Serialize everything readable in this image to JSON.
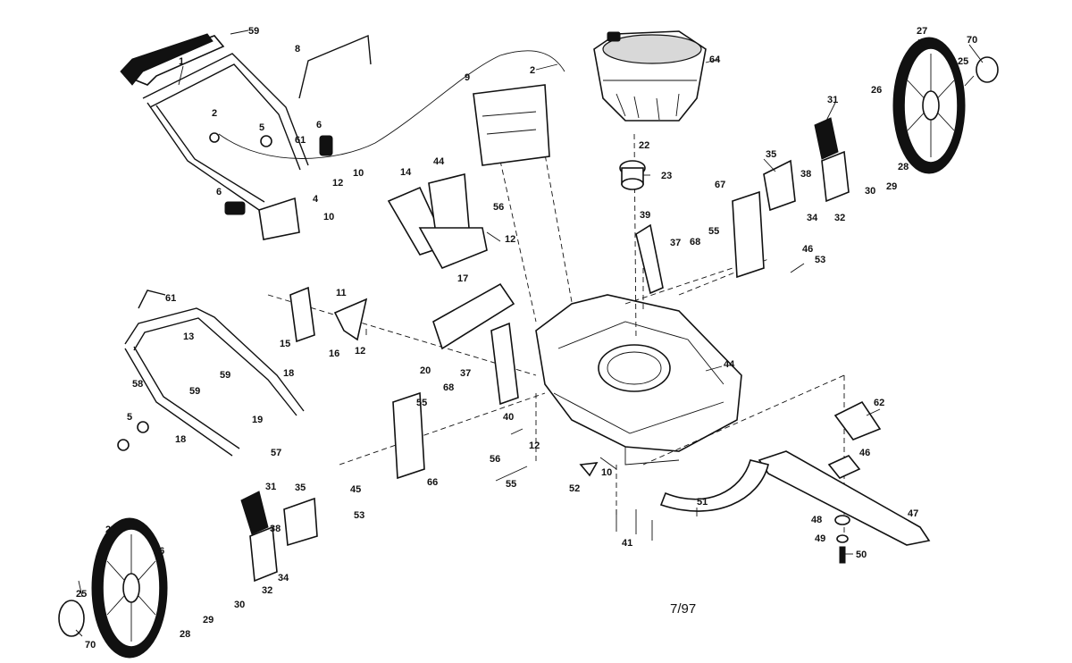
{
  "diagram": {
    "date_code": "7/97",
    "callouts": {
      "c1": "1",
      "c2a": "2",
      "c2b": "2",
      "c4": "4",
      "c5a": "5",
      "c5b": "5",
      "c6a": "6",
      "c6b": "6",
      "c8": "8",
      "c9": "9",
      "c10a": "10",
      "c10b": "10",
      "c10c": "10",
      "c11": "11",
      "c12a": "12",
      "c12b": "12",
      "c12c": "12",
      "c12d": "12",
      "c13": "13",
      "c14": "14",
      "c15": "15",
      "c16": "16",
      "c17": "17",
      "c18a": "18",
      "c18b": "18",
      "c19": "19",
      "c20": "20",
      "c22": "22",
      "c23": "23",
      "c25a": "25",
      "c25b": "25",
      "c26a": "26",
      "c26b": "26",
      "c27a": "27",
      "c27b": "27",
      "c28a": "28",
      "c28b": "28",
      "c29a": "29",
      "c29b": "29",
      "c30a": "30",
      "c30b": "30",
      "c31a": "31",
      "c31b": "31",
      "c32a": "32",
      "c32b": "32",
      "c34a": "34",
      "c34b": "34",
      "c35a": "35",
      "c35b": "35",
      "c37a": "37",
      "c37b": "37",
      "c38a": "38",
      "c38b": "38",
      "c39": "39",
      "c40": "40",
      "c41": "41",
      "c44a": "44",
      "c44b": "44",
      "c45": "45",
      "c46a": "46",
      "c46b": "46",
      "c47": "47",
      "c48": "48",
      "c49": "49",
      "c50": "50",
      "c51": "51",
      "c52": "52",
      "c53a": "53",
      "c53b": "53",
      "c55a": "55",
      "c55b": "55",
      "c55c": "55",
      "c56a": "56",
      "c56b": "56",
      "c57": "57",
      "c58": "58",
      "c59a": "59",
      "c59b": "59",
      "c59c": "59",
      "c61a": "61",
      "c61b": "61",
      "c62": "62",
      "c64": "64",
      "c66": "66",
      "c67": "67",
      "c68a": "68",
      "c68b": "68",
      "c70a": "70",
      "c70b": "70"
    }
  }
}
